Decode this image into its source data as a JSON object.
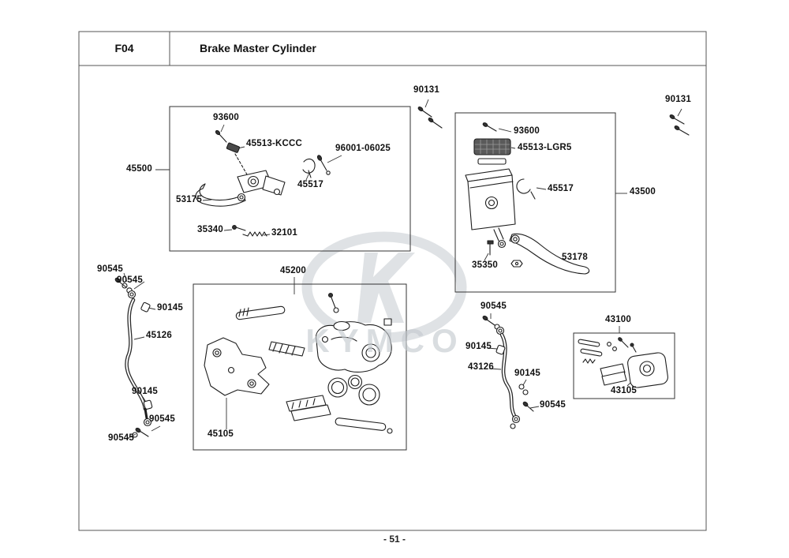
{
  "header": {
    "code": "F04",
    "title": "Brake Master Cylinder"
  },
  "footer": {
    "page_number": "- 51 -"
  },
  "watermark": {
    "brand": "KYMCO"
  },
  "labels": {
    "p90131_top": "90131",
    "p90131_right": "90131",
    "p93600_front": "93600",
    "p45513_kccc": "45513-KCCC",
    "p96001_06025": "96001-06025",
    "p45500": "45500",
    "p45517_front": "45517",
    "p53175": "53175",
    "p35340": "35340",
    "p32101": "32101",
    "p93600_rear": "93600",
    "p45513_lgr5": "45513-LGR5",
    "p45517_rear": "45517",
    "p43500": "43500",
    "p53178": "53178",
    "p35350": "35350",
    "p90545_l1": "90545",
    "p90545_l2": "90545",
    "p90145_l1": "90145",
    "p45126": "45126",
    "p90145_l2": "90145",
    "p90545_l3": "90545",
    "p90545_l4": "90545",
    "p45200": "45200",
    "p45105": "45105",
    "p90545_r1": "90545",
    "p90145_r1": "90145",
    "p43126": "43126",
    "p90145_r2": "90145",
    "p90545_r2": "90545",
    "p43100": "43100",
    "p43105": "43105"
  }
}
